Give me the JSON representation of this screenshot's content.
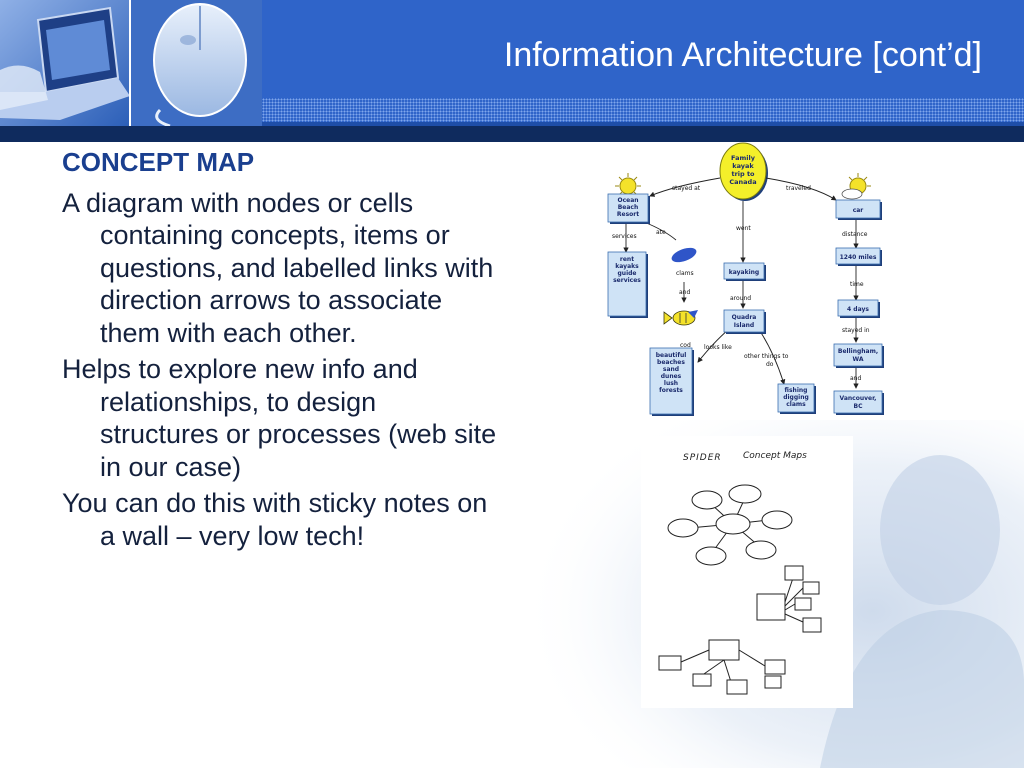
{
  "slide": {
    "title": "Information Architecture [cont’d]",
    "heading": "CONCEPT MAP",
    "paragraphs": [
      "A diagram with nodes or cells containing concepts, items or questions, and labelled links with direction arrows to associate them with each other.",
      "Helps to explore new info and relationships, to design structures or processes (web site in our case)",
      "You can do this with sticky notes on a wall – very low tech!"
    ]
  },
  "concept_map": {
    "center": [
      "Family",
      "kayak",
      "trip to",
      "Canada"
    ],
    "nodes": {
      "resort": [
        "Ocean",
        "Beach",
        "Resort"
      ],
      "rent": [
        "rent",
        "kayaks",
        "guide",
        "services"
      ],
      "kayaking": [
        "kayaking"
      ],
      "quadra": [
        "Quadra",
        "Island"
      ],
      "beaches": [
        "beautiful",
        "beaches",
        "sand",
        "dunes",
        "lush",
        "forests"
      ],
      "fishing": [
        "fishing",
        "digging",
        "clams"
      ],
      "car": [
        "car"
      ],
      "miles": [
        "1240 miles"
      ],
      "days": [
        "4 days"
      ],
      "bellingham": [
        "Bellingham,",
        "WA"
      ],
      "vancouver": [
        "Vancouver,",
        "BC"
      ]
    },
    "links": {
      "stayed_at": "stayed at",
      "traveled": "traveled",
      "went": "went",
      "services": "services",
      "ate": "ate",
      "clams": "clams",
      "and1": "and",
      "cod": "cod",
      "around": "around",
      "looks_like": "looks like",
      "other_things": [
        "other things to",
        "do"
      ],
      "distance": "distance",
      "time": "time",
      "stayed_in": "stayed in",
      "and2": "and"
    },
    "colors": {
      "center": "#f4ef2a",
      "node": "#cfe3f6",
      "node_border": "#3a6fb0",
      "shadow": "#1f3f7a"
    }
  },
  "spider": {
    "caption": [
      "SPIDER",
      "Concept Maps"
    ]
  },
  "colors": {
    "title_bar": "#2f64c9",
    "body_text": "#14213d",
    "heading": "#1a3f8f"
  }
}
